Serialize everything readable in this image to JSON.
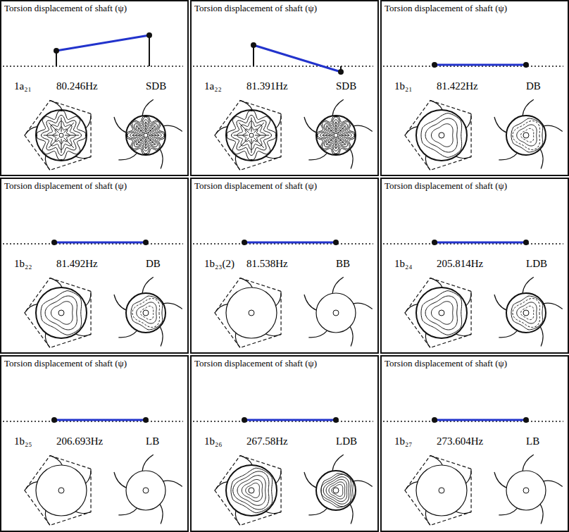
{
  "diagram": {
    "nodes": [
      {
        "text": [
          "Torsion displacement of shaft (ψ)",
          "1a₂₁",
          "80.246Hz",
          "SDB"
        ]
      },
      {
        "text": [
          "Torsion displacement of shaft (ψ)",
          "1a₂₂",
          "81.391Hz",
          "SDB"
        ]
      },
      {
        "text": [
          "Torsion displacement of shaft (ψ)",
          "1b₂₁",
          "81.422Hz",
          "DB"
        ]
      },
      {
        "text": [
          "Torsion displacement of shaft (ψ)",
          "1b₂₂",
          "81.492Hz",
          "DB"
        ]
      },
      {
        "text": [
          "Torsion displacement of shaft (ψ)",
          "1b₂₃(2)",
          "81.538Hz",
          "BB"
        ]
      },
      {
        "text": [
          "Torsion displacement of shaft (ψ)",
          "1b₂₄",
          "205.814Hz",
          "LDB"
        ]
      },
      {
        "text": [
          "Torsion displacement of shaft (ψ)",
          "1b₂₅",
          "206.693Hz",
          "LB"
        ]
      },
      {
        "text": [
          "Torsion displacement of shaft (ψ)",
          "1b₂₆",
          "267.58Hz",
          "LDB"
        ]
      },
      {
        "text": [
          "Torsion displacement of shaft (ψ)",
          "1b₂₇",
          "273.604Hz",
          "LB"
        ]
      }
    ]
  }
}
